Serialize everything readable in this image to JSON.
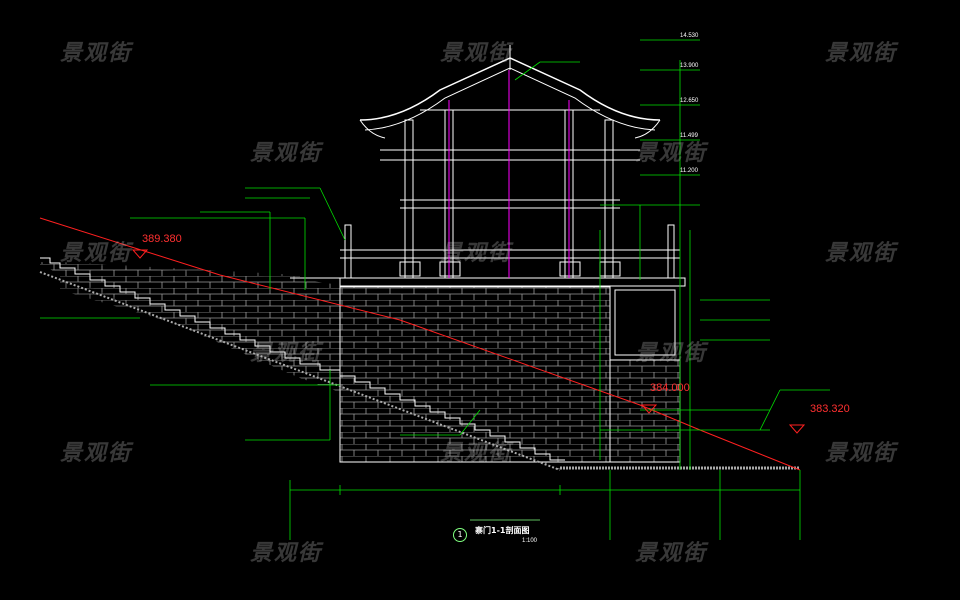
{
  "watermark": "景观街",
  "elevations": {
    "left_grade": "389.380",
    "mid_grade": "384.000",
    "right_grade": "383.320"
  },
  "levels": [
    "14.530",
    "13.900",
    "12.650",
    "11.499",
    "11.200"
  ],
  "drawing_title": {
    "number": "1",
    "title": "寨门1-1剖面图",
    "scale": "1:100"
  },
  "colors": {
    "background": "#000000",
    "structure": "#ffffff",
    "annotation": "#00ff00",
    "grade_line": "#ff2020",
    "column_axis": "#ff00ff"
  }
}
